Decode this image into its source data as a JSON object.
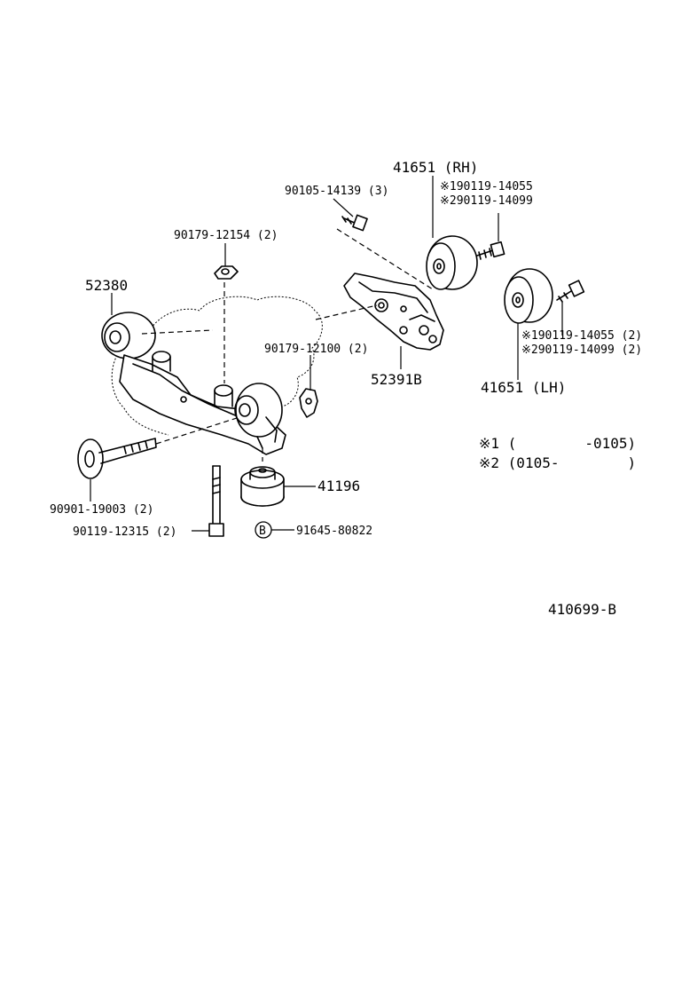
{
  "labels": {
    "rh_mount": "41651 (RH)",
    "rh_bolt_1": "※190119-14055",
    "rh_bolt_2": "※290119-14099",
    "top_bolt": "90105-14139 (3)",
    "nut_top": "90179-12154 (2)",
    "crossmember": "52380",
    "nut_mid": "90179-12100 (2)",
    "bracket": "52391B",
    "lh_bolt_1": "※190119-14055 (2)",
    "lh_bolt_2": "※290119-14099 (2)",
    "lh_mount": "41651 (LH)",
    "note_1": "※1 (        -0105)",
    "note_2": "※2 (0105-        )",
    "long_bolt": "90901-19003 (2)",
    "stud_bolt": "90119-12315 (2)",
    "cushion": "41196",
    "b_marker": "B",
    "b_part": "91645-80822",
    "diagram_id": "410699-B"
  }
}
